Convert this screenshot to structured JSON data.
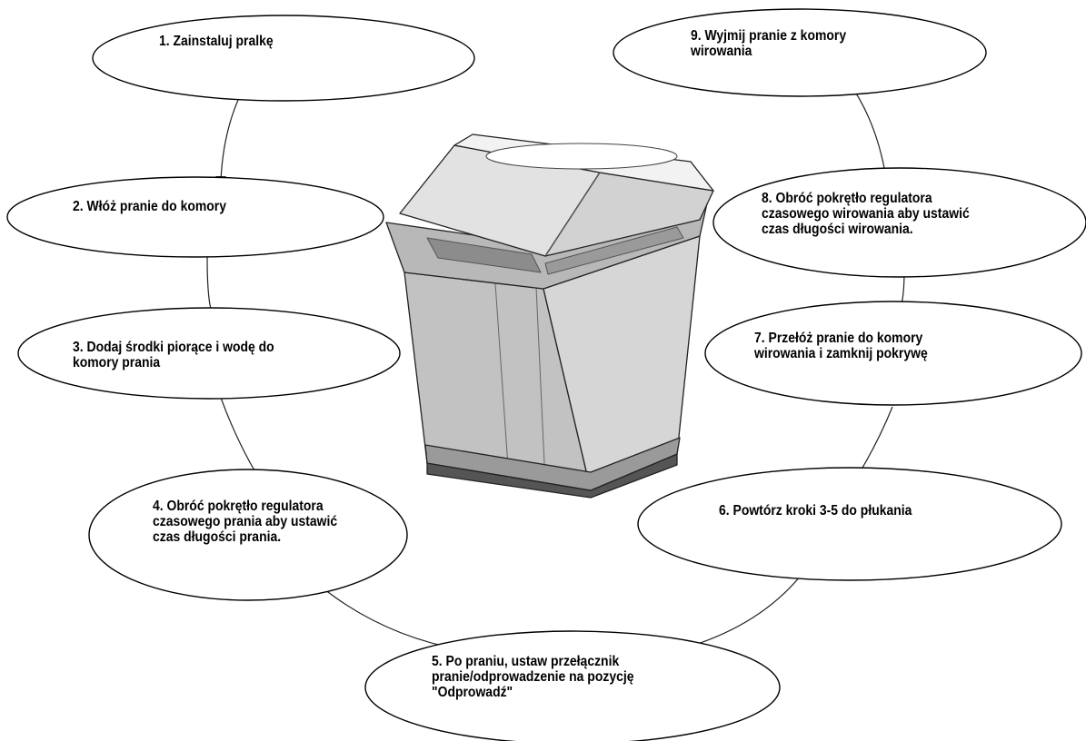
{
  "steps": [
    {
      "id": 1,
      "text": "1. Zainstaluj pralkę"
    },
    {
      "id": 2,
      "text": "2. Włóż pranie do komory"
    },
    {
      "id": 3,
      "text": "3. Dodaj środki piorące i wodę do\nkomory prania"
    },
    {
      "id": 4,
      "text": "4. Obróć pokrętło regulatora\nczasowego prania aby ustawić\nczas długości prania."
    },
    {
      "id": 5,
      "text": "5. Po praniu, ustaw przełącznik\npranie/odprowadzenie na pozycję\n\"Odprowadź\""
    },
    {
      "id": 6,
      "text": "6. Powtórz kroki 3-5 do płukania"
    },
    {
      "id": 7,
      "text": "7. Przełóż pranie do komory\nwirowania i zamknij pokrywę"
    },
    {
      "id": 8,
      "text": "8. Obróć pokrętło regulatora\nczasowego wirowania aby ustawić\nczas długości wirowania."
    },
    {
      "id": 9,
      "text": "9. Wyjmij pranie z komory\nwirowania"
    }
  ],
  "colors": {
    "stroke": "#000000",
    "machine_body": "#c8c8c8",
    "machine_dark": "#9a9a9a",
    "machine_light": "#e6e6e6",
    "lid_window": "#8c8c8c"
  },
  "illustration": "twin-tub-washing-machine"
}
